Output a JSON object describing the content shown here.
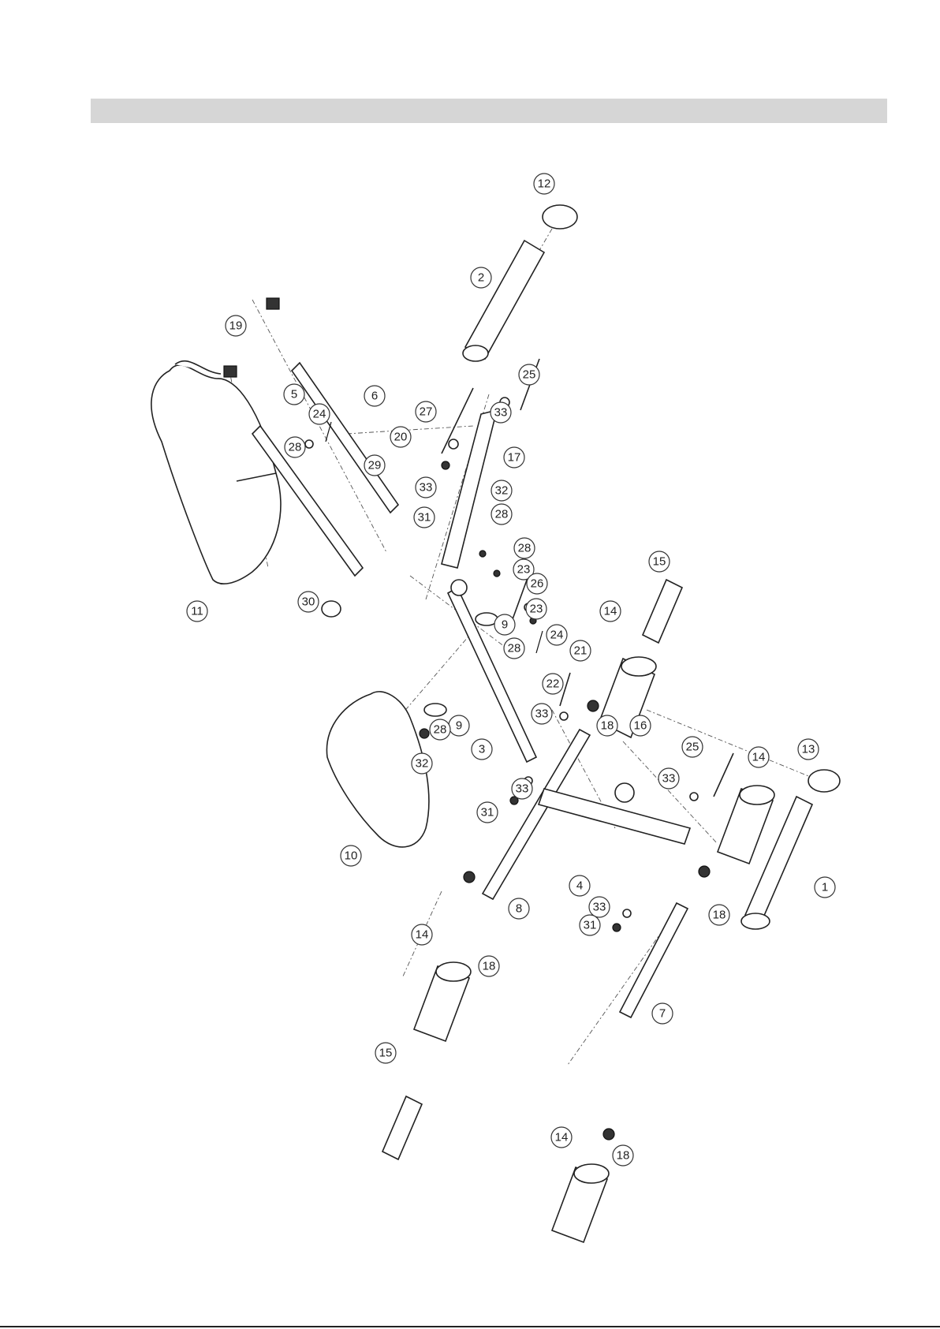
{
  "colors": {
    "header_bar": "#d6d6d6",
    "line": "#222222",
    "background": "#ffffff"
  },
  "callouts": [
    {
      "label": "12"
    },
    {
      "label": "2"
    },
    {
      "label": "19"
    },
    {
      "label": "19"
    },
    {
      "label": "5"
    },
    {
      "label": "24"
    },
    {
      "label": "6"
    },
    {
      "label": "27"
    },
    {
      "label": "25"
    },
    {
      "label": "33"
    },
    {
      "label": "28"
    },
    {
      "label": "20"
    },
    {
      "label": "29"
    },
    {
      "label": "17"
    },
    {
      "label": "33"
    },
    {
      "label": "31"
    },
    {
      "label": "32"
    },
    {
      "label": "28"
    },
    {
      "label": "28"
    },
    {
      "label": "23"
    },
    {
      "label": "26"
    },
    {
      "label": "23"
    },
    {
      "label": "15"
    },
    {
      "label": "28"
    },
    {
      "label": "11"
    },
    {
      "label": "30"
    },
    {
      "label": "9"
    },
    {
      "label": "28"
    },
    {
      "label": "24"
    },
    {
      "label": "14"
    },
    {
      "label": "21"
    },
    {
      "label": "22"
    },
    {
      "label": "33"
    },
    {
      "label": "9"
    },
    {
      "label": "28"
    },
    {
      "label": "32"
    },
    {
      "label": "3"
    },
    {
      "label": "18"
    },
    {
      "label": "16"
    },
    {
      "label": "25"
    },
    {
      "label": "14"
    },
    {
      "label": "13"
    },
    {
      "label": "10"
    },
    {
      "label": "33"
    },
    {
      "label": "31"
    },
    {
      "label": "33"
    },
    {
      "label": "4"
    },
    {
      "label": "1"
    },
    {
      "label": "8"
    },
    {
      "label": "33"
    },
    {
      "label": "31"
    },
    {
      "label": "18"
    },
    {
      "label": "14"
    },
    {
      "label": "18"
    },
    {
      "label": "7"
    },
    {
      "label": "15"
    },
    {
      "label": "14"
    },
    {
      "label": "18"
    }
  ]
}
